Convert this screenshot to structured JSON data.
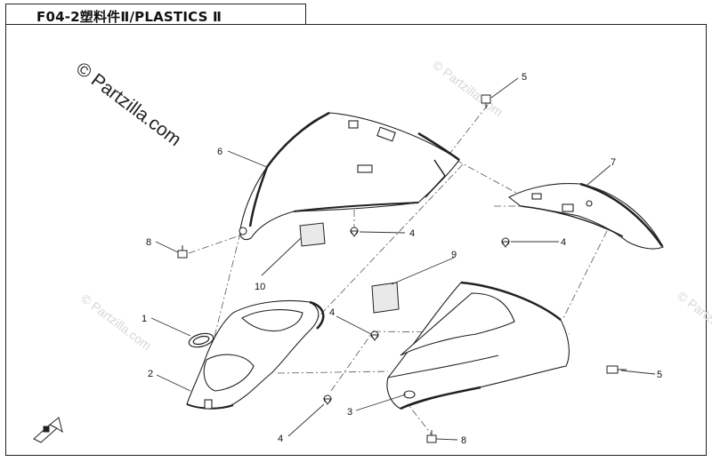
{
  "title": "F04-2塑料件Ⅱ/PLASTICS Ⅱ",
  "watermarks": [
    "© Partzilla.com",
    "© Partzilla.com",
    "© Partzilla.com",
    "© Partzilla.com"
  ],
  "callouts": [
    "1",
    "2",
    "3",
    "4",
    "4",
    "4",
    "4",
    "5",
    "5",
    "6",
    "7",
    "8",
    "8",
    "9",
    "10"
  ],
  "colors": {
    "line": "#222222",
    "leader": "#444444",
    "watermark": "#cfcfcf",
    "background": "#ffffff"
  },
  "icons": [
    "front-direction-arrow-icon"
  ]
}
